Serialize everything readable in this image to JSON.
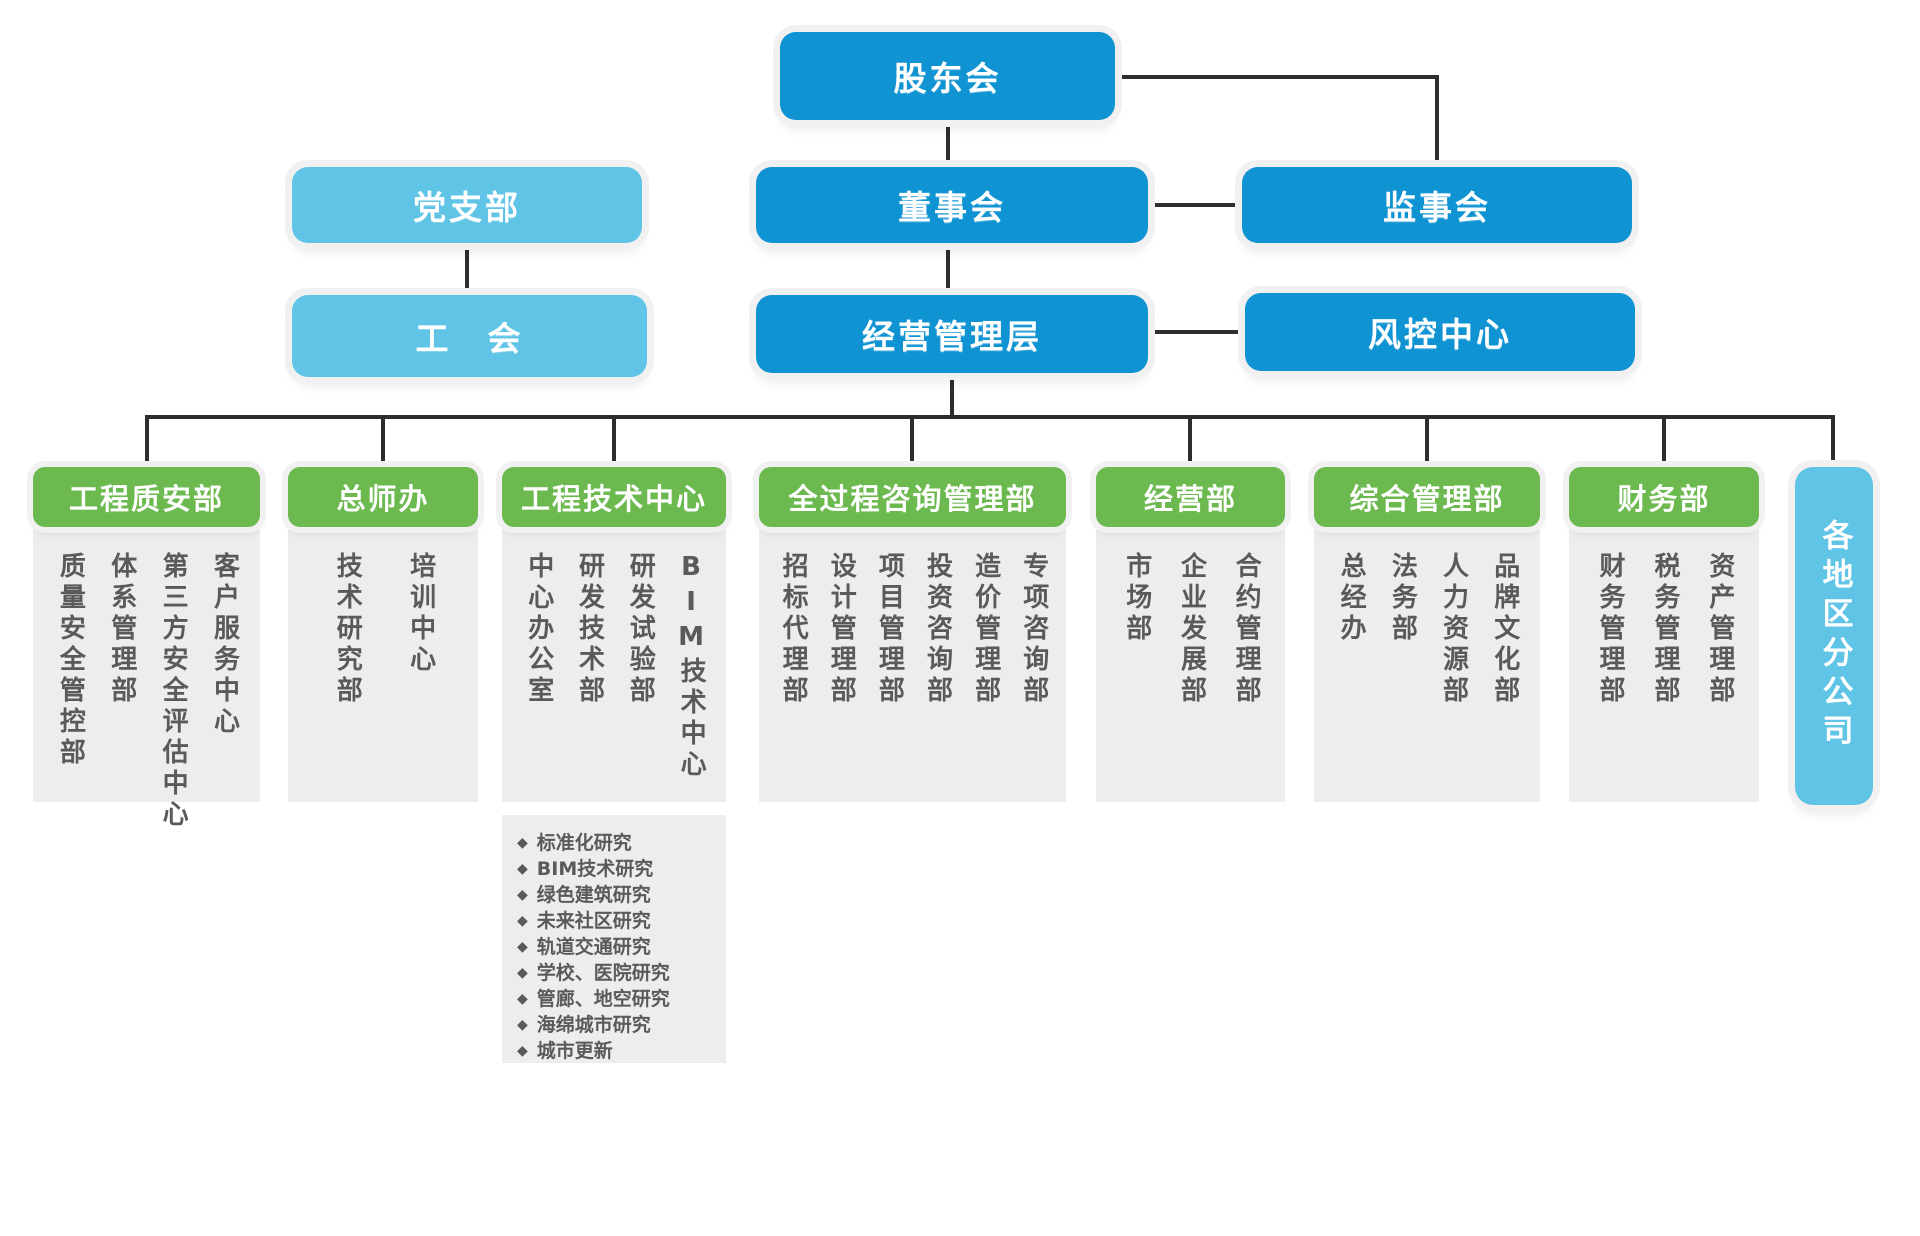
{
  "colors": {
    "primary_blue": "#0f93d2",
    "light_blue": "#5fc4e5",
    "green": "#6cb94f",
    "panel_gray": "#ededed",
    "item_text_gray": "#5a5a5a",
    "connector_line": "#2d2d2d"
  },
  "governance": {
    "shareholders": "股东会",
    "party_branch": "党支部",
    "labor_union": "工　会",
    "board": "董事会",
    "supervisory_board": "监事会",
    "management": "经营管理层",
    "risk_center": "风控中心"
  },
  "departments": [
    {
      "name": "工程质安部",
      "items": [
        "质量安全管控部",
        "体系管理部",
        "第三方安全评估中心",
        "客户服务中心"
      ]
    },
    {
      "name": "总师办",
      "items": [
        "技术研究部",
        "培训中心"
      ]
    },
    {
      "name": "工程技术中心",
      "items": [
        "中心办公室",
        "研发技术部",
        "研发试验部",
        "BIM技术中心"
      ],
      "bullet_icon": "diamond",
      "research_topics": [
        "标准化研究",
        "BIM技术研究",
        "绿色建筑研究",
        "未来社区研究",
        "轨道交通研究",
        "学校、医院研究",
        "管廊、地空研究",
        "海绵城市研究",
        "城市更新"
      ]
    },
    {
      "name": "全过程咨询管理部",
      "items": [
        "招标代理部",
        "设计管理部",
        "项目管理部",
        "投资咨询部",
        "造价管理部",
        "专项咨询部"
      ]
    },
    {
      "name": "经营部",
      "items": [
        "市场部",
        "企业发展部",
        "合约管理部"
      ]
    },
    {
      "name": "综合管理部",
      "items": [
        "总经办",
        "法务部",
        "人力资源部",
        "品牌文化部"
      ]
    },
    {
      "name": "财务部",
      "items": [
        "财务管理部",
        "税务管理部",
        "资产管理部"
      ]
    }
  ],
  "regional_branches": {
    "label": "各地区分公司"
  }
}
